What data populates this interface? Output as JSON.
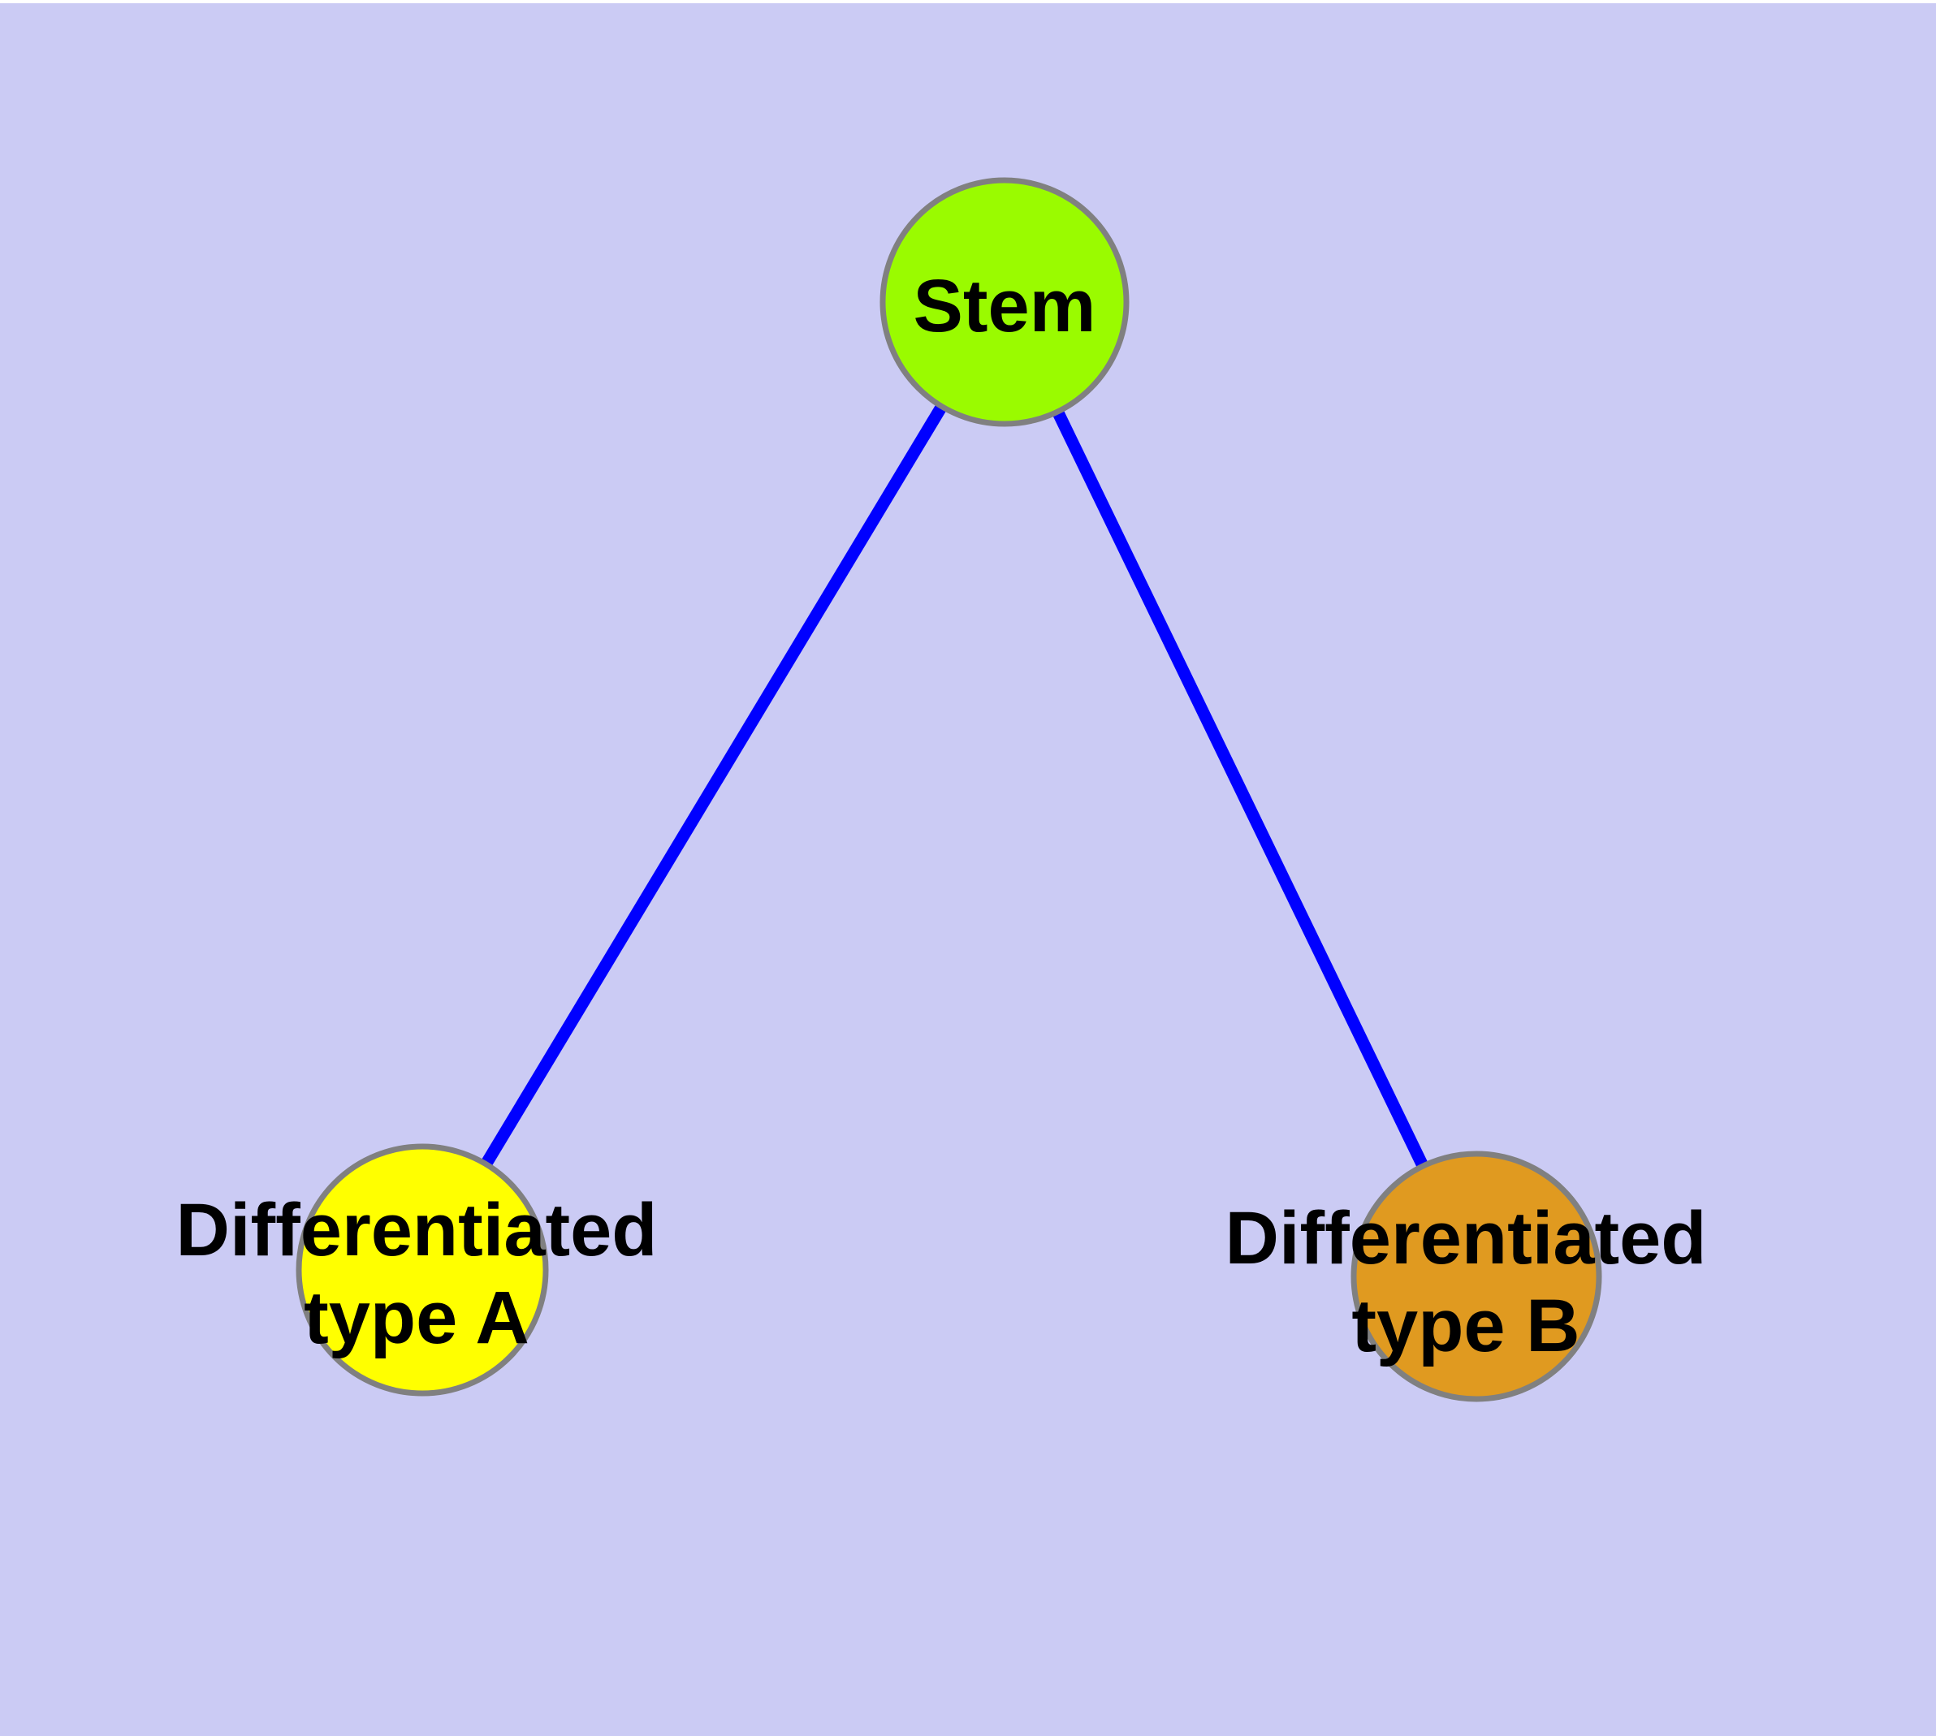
{
  "diagram": {
    "colors": {
      "page_margin": "#ffffff",
      "background": "#cbcbf4",
      "edge": "#0000ff",
      "node_border": "#808080",
      "label_text": "#000000"
    },
    "nodes": [
      {
        "id": "stem",
        "label_lines": [
          "Stem"
        ],
        "fill": "#9afb00"
      },
      {
        "id": "differentiated-type-a",
        "label_lines": [
          "Differentiated",
          "type A"
        ],
        "fill": "#ffff00"
      },
      {
        "id": "differentiated-type-b",
        "label_lines": [
          "Differentiated",
          "type B"
        ],
        "fill": "#e09a20"
      }
    ],
    "edges": [
      {
        "from": "stem",
        "to": "differentiated-type-a"
      },
      {
        "from": "stem",
        "to": "differentiated-type-b"
      }
    ]
  }
}
